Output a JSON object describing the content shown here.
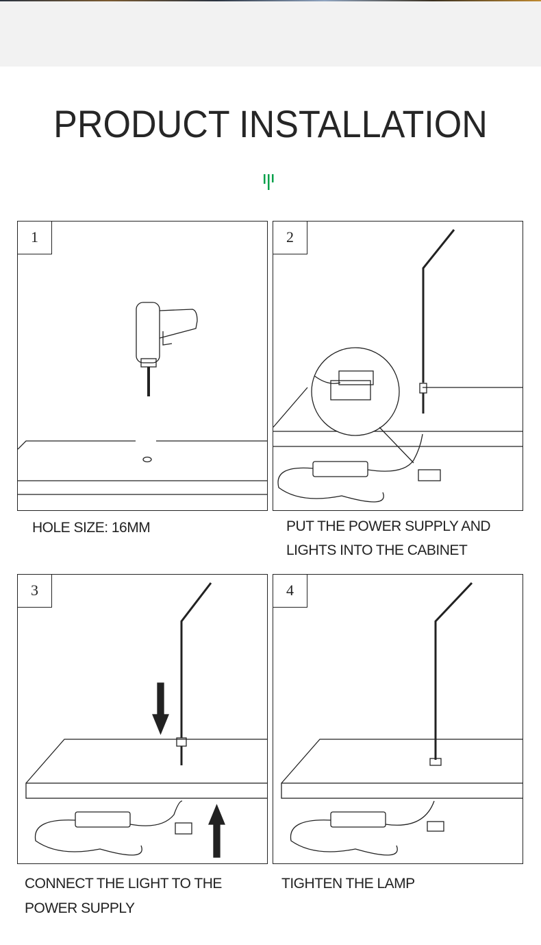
{
  "header": {
    "title": "PRODUCT INSTALLATION",
    "accent_color": "#00a04a"
  },
  "steps": [
    {
      "number": "1",
      "caption": [
        "HOLE SIZE: 16MM"
      ]
    },
    {
      "number": "2",
      "caption": [
        "PUT THE POWER  SUPPLY AND",
        "LIGHTS INTO THE CABINET"
      ]
    },
    {
      "number": "3",
      "caption": [
        "CONNECT THE  LIGHT TO THE",
        "POWER SUPPLY"
      ]
    },
    {
      "number": "4",
      "caption": [
        "TIGHTEN THE LAMP"
      ]
    }
  ]
}
